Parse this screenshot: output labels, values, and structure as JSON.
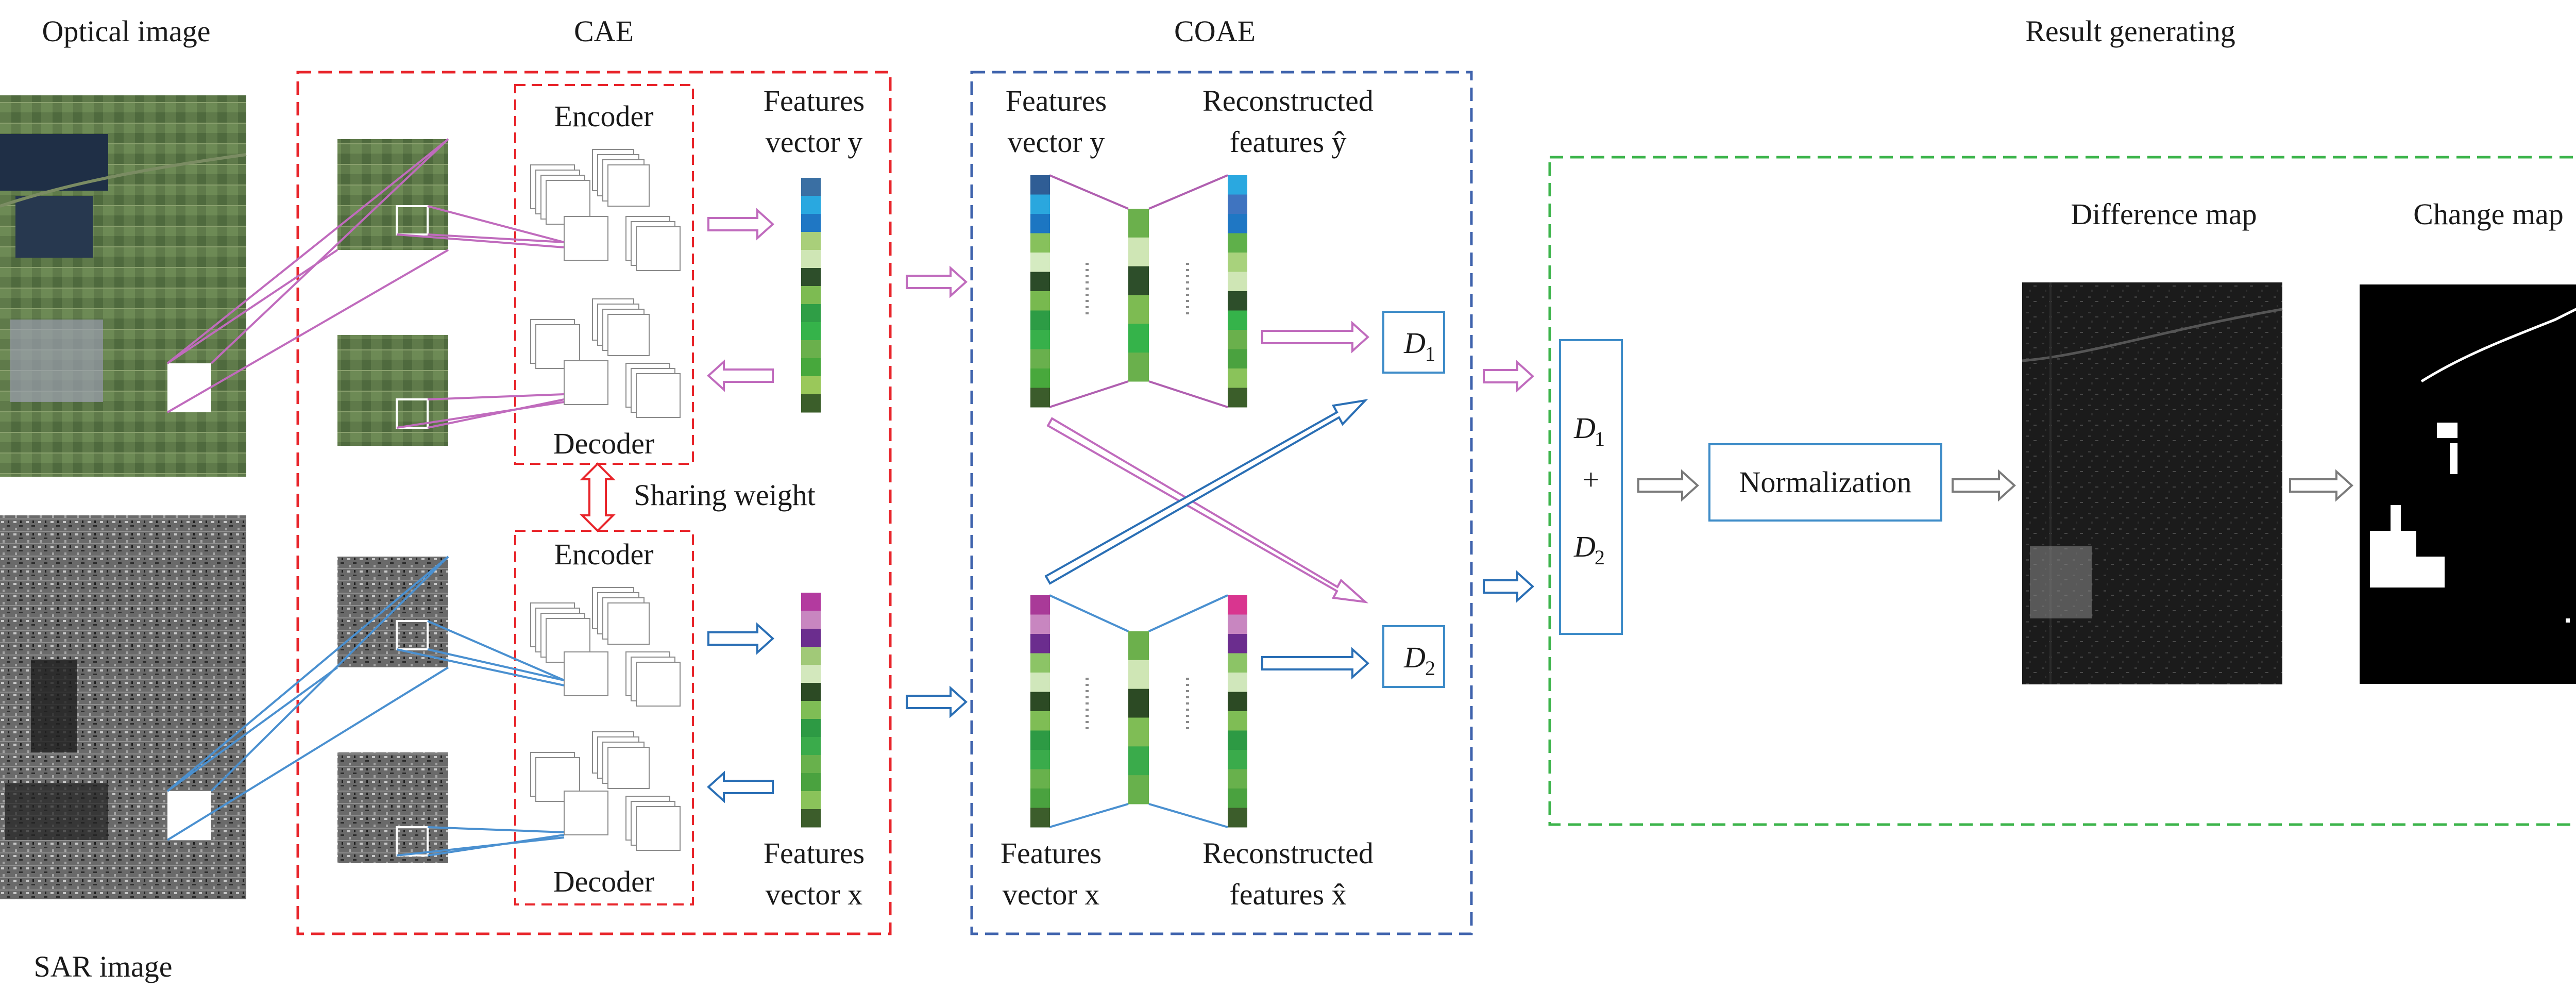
{
  "panels": {
    "optical": "Optical image",
    "sar": "SAR image",
    "cae": "CAE",
    "coae": "COAE",
    "result": "Result generating"
  },
  "cae": {
    "encoder_top": "Encoder",
    "decoder_top": "Decoder",
    "encoder_bottom": "Encoder",
    "decoder_bottom": "Decoder",
    "sharing": "Sharing weight",
    "features_y_line1": "Features",
    "features_y_line2": "vector y",
    "features_x_line1": "Features",
    "features_x_line2": "vector x"
  },
  "coae": {
    "in_y_line1": "Features",
    "in_y_line2": "vector y",
    "rec_y_line1": "Reconstructed",
    "rec_y_line2": "features ŷ",
    "in_x_line1": "Features",
    "in_x_line2": "vector x",
    "rec_x_line1": "Reconstructed",
    "rec_x_line2": "features x̂",
    "d1": "D",
    "d1_sub": "1",
    "d2": "D",
    "d2_sub": "2"
  },
  "result": {
    "sum_d1": "D",
    "sum_d1_sub": "1",
    "plus": "+",
    "sum_d2": "D",
    "sum_d2_sub": "2",
    "normalization": "Normalization",
    "difference_map": "Difference map",
    "change_map": "Change map"
  },
  "colors": {
    "cae_border": "#e8252b",
    "coae_border": "#3f63ad",
    "result_border": "#3cb44b",
    "optical_arrow": "#c06bbd",
    "sar_arrow": "#2a6fb5",
    "box_border": "#3e8cc8",
    "gray_arrow": "#7a7a7a"
  },
  "feature_palettes": {
    "y": [
      "#3a6fa3",
      "#29a8e0",
      "#1f77c4",
      "#a9cf7a",
      "#cfe6b5",
      "#2d4e2a",
      "#7dbb52",
      "#2f9e46",
      "#35b34a",
      "#6ab04c",
      "#47a83c",
      "#9ac85a",
      "#3b5e2a"
    ],
    "x": [
      "#b33a9f",
      "#c886c0",
      "#6b2d8e",
      "#a1c978",
      "#d3e8bd",
      "#2c4a24",
      "#7fbd55",
      "#2d9a44",
      "#3aab4b",
      "#68b14c",
      "#4aa23f",
      "#8ac35a",
      "#3c5d2b"
    ],
    "coae_y_in": [
      "#2f5d95",
      "#2aa7de",
      "#1c76c2",
      "#87c15c",
      "#d5ebc1",
      "#2b4b28",
      "#78b94f",
      "#2d9c45",
      "#37b04a",
      "#69b04d",
      "#48a83c",
      "#3b5c2b"
    ],
    "coae_y_mid": [
      "#6bb04c",
      "#cfe6b5",
      "#2d4e2a",
      "#7dbb52",
      "#35b34a",
      "#6ab04c"
    ],
    "coae_y_out": [
      "#2aa8e0",
      "#3f74c0",
      "#1f77c4",
      "#5fb04a",
      "#a8d27c",
      "#cfe6b5",
      "#2d4e2a",
      "#35b34a",
      "#6ab04c",
      "#4aa23f",
      "#8ac35a",
      "#3b5e2a"
    ],
    "coae_x_in": [
      "#a93a98",
      "#c886c0",
      "#6b2d8e",
      "#8cc466",
      "#d0e7bb",
      "#2c4a24",
      "#7fbd55",
      "#2d9a44",
      "#3aab4b",
      "#68b14c",
      "#4aa23f",
      "#3c5d2b"
    ],
    "coae_x_mid": [
      "#6cb04c",
      "#cfe6b5",
      "#2c4a24",
      "#7fbd55",
      "#3aab4b",
      "#68b14c"
    ],
    "coae_x_out": [
      "#d9358f",
      "#c886c0",
      "#6b2d8e",
      "#8cc466",
      "#d0e7bb",
      "#2c4a24",
      "#7fbd55",
      "#2d9a44",
      "#3aab4b",
      "#68b14c",
      "#4aa23f",
      "#3c5d2b"
    ]
  }
}
